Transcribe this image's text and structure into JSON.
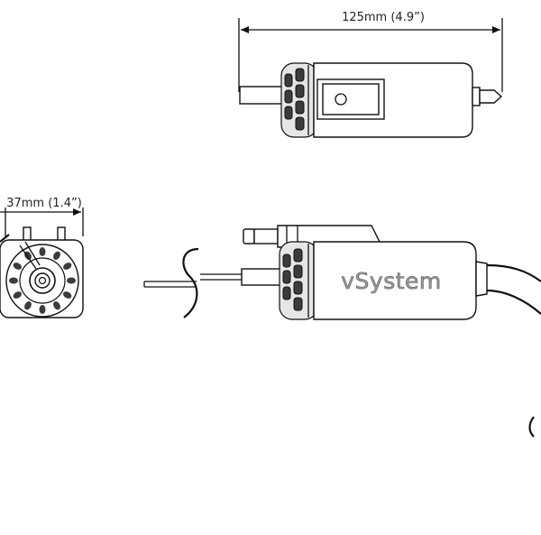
{
  "dimensions": {
    "length_label": "125mm (4.9”)",
    "diameter_label": "37mm (1.4”)"
  },
  "brand": {
    "name": "vSystem"
  },
  "colors": {
    "line": "#111111",
    "brand_text": "#9a9a9a",
    "knurl_dark": "#3c3c3c"
  }
}
